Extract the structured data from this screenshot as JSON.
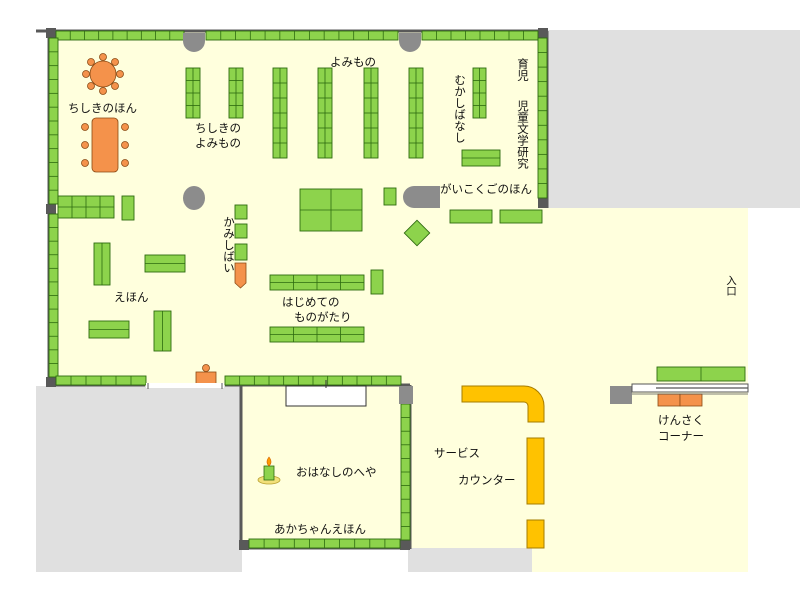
{
  "labels": {
    "chishiki_no_hon": "ちしきのほん",
    "chishiki_yomimono_1": "ちしきの",
    "chishiki_yomimono_2": "よみもの",
    "yomimono": "よみもの",
    "mukashibanashi": "むかしばなし",
    "ikuji": "育児",
    "jidou_bungaku": "児童文学研究",
    "gaikokugo": "がいこくごのほん",
    "kamishibai": "かみしばい",
    "ehon": "えほん",
    "hajimete_1": "はじめての",
    "hajimete_2": "ものがたり",
    "iriguchi": "入口",
    "kensaku_1": "けんさく",
    "kensaku_2": "コーナー",
    "service_1": "サービス",
    "service_2": "カウンター",
    "ohanashi": "おはなしのへや",
    "akachan": "あかちゃんえほん"
  },
  "colors": {
    "floor": "#FFFFDD",
    "gray_area": "#E0E0E0",
    "shelf": "#8DD34C",
    "shelf_line": "#2E6B10",
    "wall": "#595959",
    "table": "#F4924B",
    "counter": "#FFC200",
    "pillar": "#8C8C8C"
  }
}
